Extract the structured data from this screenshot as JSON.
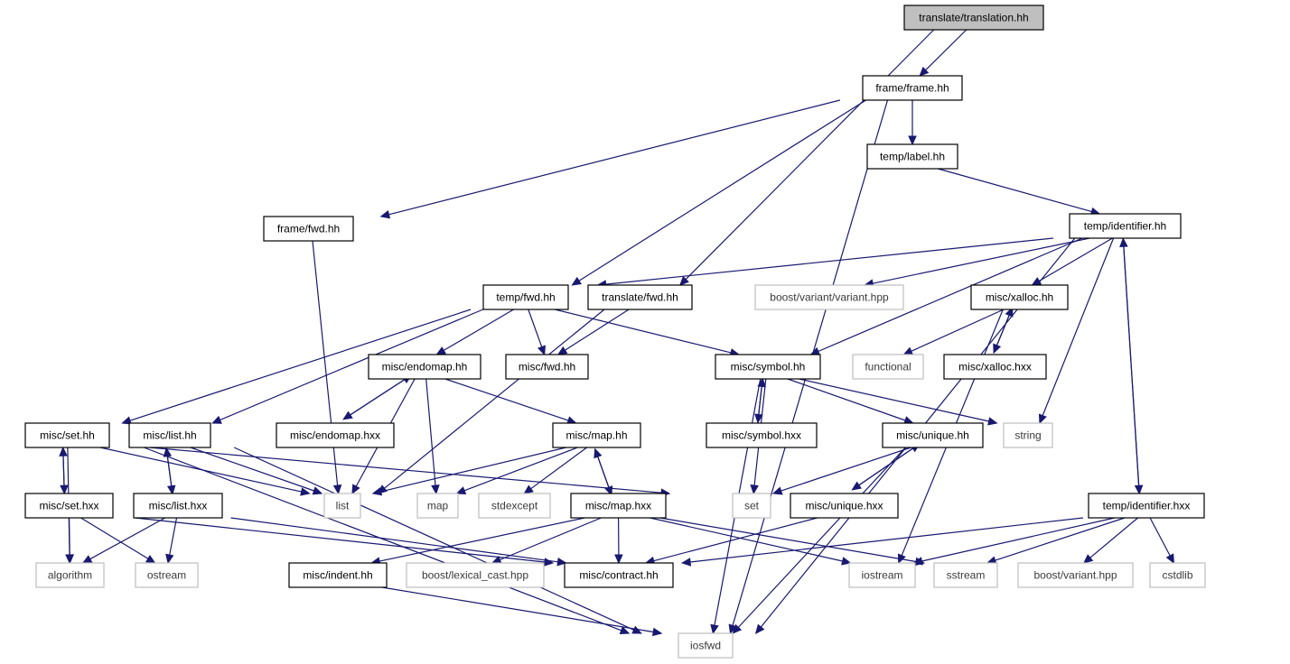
{
  "graph": {
    "colors": {
      "edge": "#191970",
      "root_fill": "#bfbfbf",
      "project_border": "#000000",
      "system_border": "#bfbfbf"
    },
    "nodes": [
      {
        "id": "translation",
        "label": "translate/translation.hh",
        "kind": "root"
      },
      {
        "id": "frame",
        "label": "frame/frame.hh",
        "kind": "project"
      },
      {
        "id": "label",
        "label": "temp/label.hh",
        "kind": "project"
      },
      {
        "id": "framefwd",
        "label": "frame/fwd.hh",
        "kind": "project"
      },
      {
        "id": "identifier",
        "label": "temp/identifier.hh",
        "kind": "project"
      },
      {
        "id": "tempfwd",
        "label": "temp/fwd.hh",
        "kind": "project"
      },
      {
        "id": "translatefwd",
        "label": "translate/fwd.hh",
        "kind": "project"
      },
      {
        "id": "variant_hpp",
        "label": "boost/variant/variant.hpp",
        "kind": "system"
      },
      {
        "id": "xalloc",
        "label": "misc/xalloc.hh",
        "kind": "project"
      },
      {
        "id": "endomap",
        "label": "misc/endomap.hh",
        "kind": "project"
      },
      {
        "id": "miscfwd",
        "label": "misc/fwd.hh",
        "kind": "project"
      },
      {
        "id": "symbol",
        "label": "misc/symbol.hh",
        "kind": "project"
      },
      {
        "id": "functional",
        "label": "functional",
        "kind": "system"
      },
      {
        "id": "xallochxx",
        "label": "misc/xalloc.hxx",
        "kind": "project"
      },
      {
        "id": "endomaphxx",
        "label": "misc/endomap.hxx",
        "kind": "project"
      },
      {
        "id": "symbolhxx",
        "label": "misc/symbol.hxx",
        "kind": "project"
      },
      {
        "id": "set",
        "label": "misc/set.hh",
        "kind": "project"
      },
      {
        "id": "listhh",
        "label": "misc/list.hh",
        "kind": "project"
      },
      {
        "id": "maphh",
        "label": "misc/map.hh",
        "kind": "project"
      },
      {
        "id": "unique",
        "label": "misc/unique.hh",
        "kind": "project"
      },
      {
        "id": "string",
        "label": "string",
        "kind": "system"
      },
      {
        "id": "sethxx",
        "label": "misc/set.hxx",
        "kind": "project"
      },
      {
        "id": "listhxx",
        "label": "misc/list.hxx",
        "kind": "project"
      },
      {
        "id": "list",
        "label": "list",
        "kind": "system"
      },
      {
        "id": "map",
        "label": "map",
        "kind": "system"
      },
      {
        "id": "stdexcept",
        "label": "stdexcept",
        "kind": "system"
      },
      {
        "id": "maphxx",
        "label": "misc/map.hxx",
        "kind": "project"
      },
      {
        "id": "setsys",
        "label": "set",
        "kind": "system"
      },
      {
        "id": "uniquehxx",
        "label": "misc/unique.hxx",
        "kind": "project"
      },
      {
        "id": "identifierhxx",
        "label": "temp/identifier.hxx",
        "kind": "project"
      },
      {
        "id": "algorithm",
        "label": "algorithm",
        "kind": "system"
      },
      {
        "id": "ostream",
        "label": "ostream",
        "kind": "system"
      },
      {
        "id": "indent",
        "label": "misc/indent.hh",
        "kind": "project"
      },
      {
        "id": "lexical_cast",
        "label": "boost/lexical_cast.hpp",
        "kind": "system"
      },
      {
        "id": "contract",
        "label": "misc/contract.hh",
        "kind": "project"
      },
      {
        "id": "iostream",
        "label": "iostream",
        "kind": "system"
      },
      {
        "id": "sstream",
        "label": "sstream",
        "kind": "system"
      },
      {
        "id": "boostvariant",
        "label": "boost/variant.hpp",
        "kind": "system"
      },
      {
        "id": "cstdlib",
        "label": "cstdlib",
        "kind": "system"
      },
      {
        "id": "iosfwd",
        "label": "iosfwd",
        "kind": "system"
      }
    ],
    "edges": [
      [
        "translation",
        "frame"
      ],
      [
        "translation",
        "translatefwd"
      ],
      [
        "frame",
        "label"
      ],
      [
        "frame",
        "framefwd"
      ],
      [
        "frame",
        "tempfwd"
      ],
      [
        "frame",
        "iosfwd"
      ],
      [
        "label",
        "identifier"
      ],
      [
        "framefwd",
        "list"
      ],
      [
        "identifier",
        "tempfwd"
      ],
      [
        "identifier",
        "variant_hpp"
      ],
      [
        "identifier",
        "xalloc"
      ],
      [
        "identifier",
        "symbol"
      ],
      [
        "identifier",
        "string"
      ],
      [
        "identifier",
        "identifierhxx"
      ],
      [
        "identifier",
        "iosfwd"
      ],
      [
        "tempfwd",
        "endomap"
      ],
      [
        "tempfwd",
        "miscfwd"
      ],
      [
        "tempfwd",
        "symbol"
      ],
      [
        "tempfwd",
        "set"
      ],
      [
        "tempfwd",
        "listhh"
      ],
      [
        "translatefwd",
        "miscfwd"
      ],
      [
        "translatefwd",
        "list"
      ],
      [
        "xalloc",
        "functional"
      ],
      [
        "xalloc",
        "xallochxx"
      ],
      [
        "xalloc",
        "iostream"
      ],
      [
        "xallochxx",
        "xalloc"
      ],
      [
        "endomap",
        "endomaphxx"
      ],
      [
        "endomap",
        "maphh"
      ],
      [
        "endomap",
        "list"
      ],
      [
        "endomap",
        "map"
      ],
      [
        "endomaphxx",
        "endomap"
      ],
      [
        "symbol",
        "symbolhxx"
      ],
      [
        "symbol",
        "unique"
      ],
      [
        "symbol",
        "string"
      ],
      [
        "symbol",
        "setsys"
      ],
      [
        "symbol",
        "iosfwd"
      ],
      [
        "symbolhxx",
        "symbol"
      ],
      [
        "unique",
        "uniquehxx"
      ],
      [
        "unique",
        "setsys"
      ],
      [
        "unique",
        "iosfwd"
      ],
      [
        "uniquehxx",
        "unique"
      ],
      [
        "uniquehxx",
        "contract"
      ],
      [
        "set",
        "sethxx"
      ],
      [
        "set",
        "algorithm"
      ],
      [
        "set",
        "list"
      ],
      [
        "set",
        "setsys"
      ],
      [
        "set",
        "iosfwd"
      ],
      [
        "sethxx",
        "set"
      ],
      [
        "sethxx",
        "algorithm"
      ],
      [
        "sethxx",
        "ostream"
      ],
      [
        "sethxx",
        "contract"
      ],
      [
        "listhh",
        "listhxx"
      ],
      [
        "listhh",
        "list"
      ],
      [
        "listhh",
        "iosfwd"
      ],
      [
        "listhxx",
        "listhh"
      ],
      [
        "listhxx",
        "algorithm"
      ],
      [
        "listhxx",
        "ostream"
      ],
      [
        "listhxx",
        "contract"
      ],
      [
        "maphh",
        "maphxx"
      ],
      [
        "maphh",
        "list"
      ],
      [
        "maphh",
        "map"
      ],
      [
        "maphh",
        "stdexcept"
      ],
      [
        "maphxx",
        "maphh"
      ],
      [
        "maphxx",
        "indent"
      ],
      [
        "maphxx",
        "lexical_cast"
      ],
      [
        "maphxx",
        "contract"
      ],
      [
        "maphxx",
        "iostream"
      ],
      [
        "maphxx",
        "sstream"
      ],
      [
        "indent",
        "iosfwd"
      ],
      [
        "identifierhxx",
        "identifier"
      ],
      [
        "identifierhxx",
        "contract"
      ],
      [
        "identifierhxx",
        "iostream"
      ],
      [
        "identifierhxx",
        "sstream"
      ],
      [
        "identifierhxx",
        "boostvariant"
      ],
      [
        "identifierhxx",
        "cstdlib"
      ]
    ]
  }
}
